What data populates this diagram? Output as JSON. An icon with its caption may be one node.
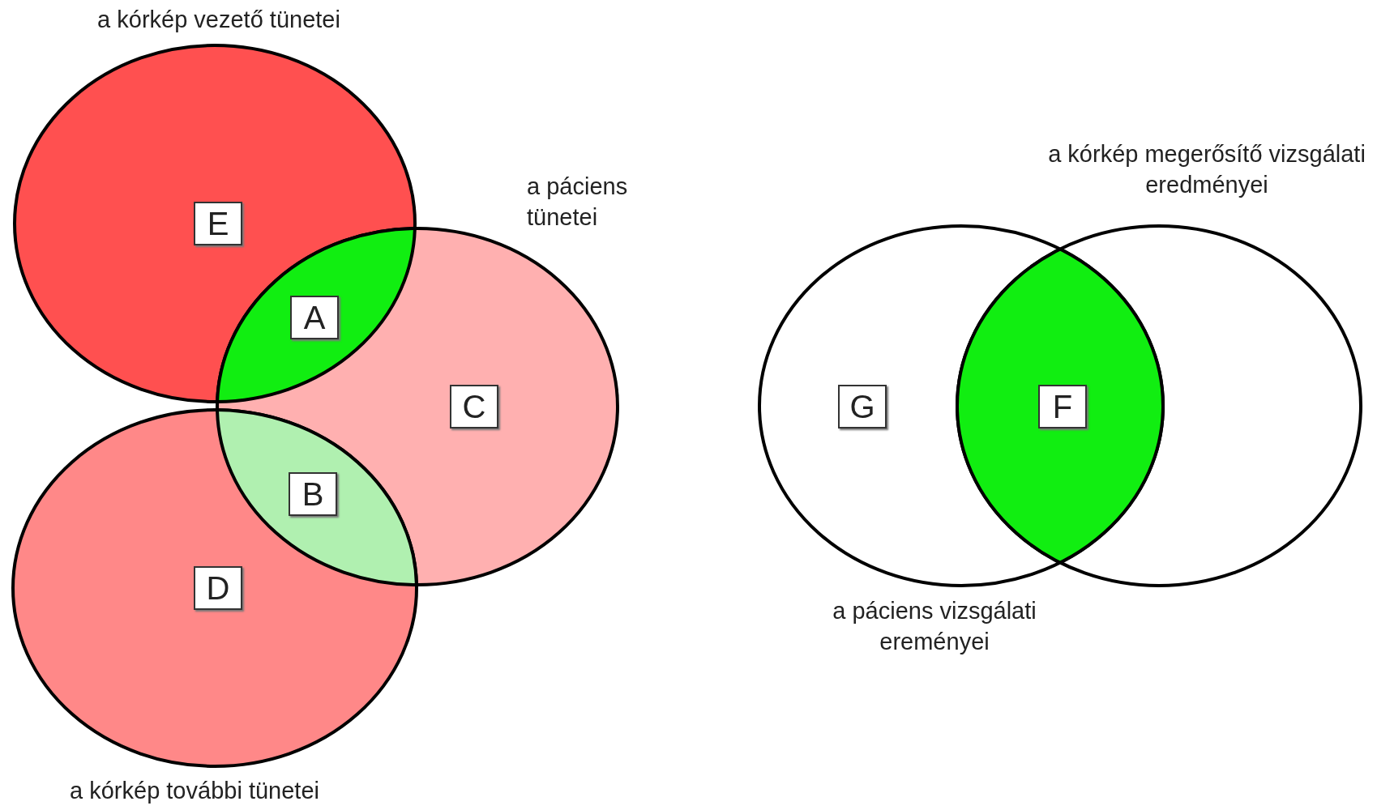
{
  "diagram": {
    "nodes": [
      {
        "text": [
          "a kórkép vezető tünetei"
        ]
      },
      {
        "text": [
          "a páciens tünetei"
        ]
      },
      {
        "text": [
          "a kórkép további tünetei"
        ]
      },
      {
        "text": [
          "E"
        ],
        "in": 0
      },
      {
        "text": [
          "A"
        ]
      },
      {
        "text": [
          "C"
        ],
        "in": 1
      },
      {
        "text": [
          "B"
        ]
      },
      {
        "text": [
          "D"
        ],
        "in": 2
      },
      {
        "text": [
          "a kórkép megerősítő vizsgálati eredményei"
        ]
      },
      {
        "text": [
          "a páciens vizsgálati ereményei"
        ]
      },
      {
        "text": [
          "G"
        ],
        "in": 9
      },
      {
        "text": [
          "F"
        ]
      }
    ],
    "edges": []
  }
}
